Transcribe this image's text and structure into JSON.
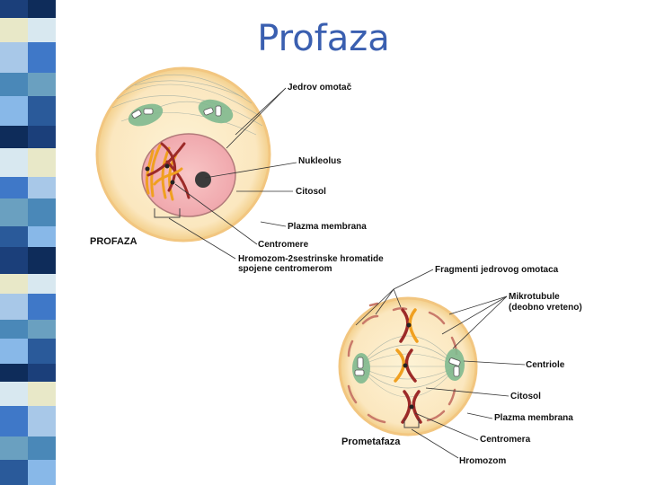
{
  "slide": {
    "title": "Profaza"
  },
  "prophase": {
    "caption": "PROFAZA",
    "labels": {
      "nuclear_envelope": "Jedrov omotač",
      "nucleolus": "Nukleolus",
      "cytosol": "Citosol",
      "plasma_membrane": "Plazma membrana",
      "centromere": "Centromere",
      "chromosome_line1": "Hromozom-2sestrinske hromatide",
      "chromosome_line2": "spojene centromerom"
    }
  },
  "prometaphase": {
    "caption": "Prometafaza",
    "labels": {
      "envelope_fragments": "Fragmenti jedrovog omotaca",
      "microtubules_line1": "Mikrotubule",
      "microtubules_line2": "(deobno vreteno)",
      "centrioles": "Centriole",
      "cytosol": "Citosol",
      "plasma_membrane": "Plazma membrana",
      "centromere": "Centromera",
      "chromosome": "Hromozom"
    }
  },
  "colors": {
    "cell_fill": "#fbe7bf",
    "cell_edge": "#f2cc86",
    "nucleus_fill": "#f4b3b6",
    "centrosome_green": "#7fb98f",
    "chromosome_orange": "#f0a020",
    "chromosome_red": "#9c2a28",
    "title_blue": "#3a5fb0"
  }
}
